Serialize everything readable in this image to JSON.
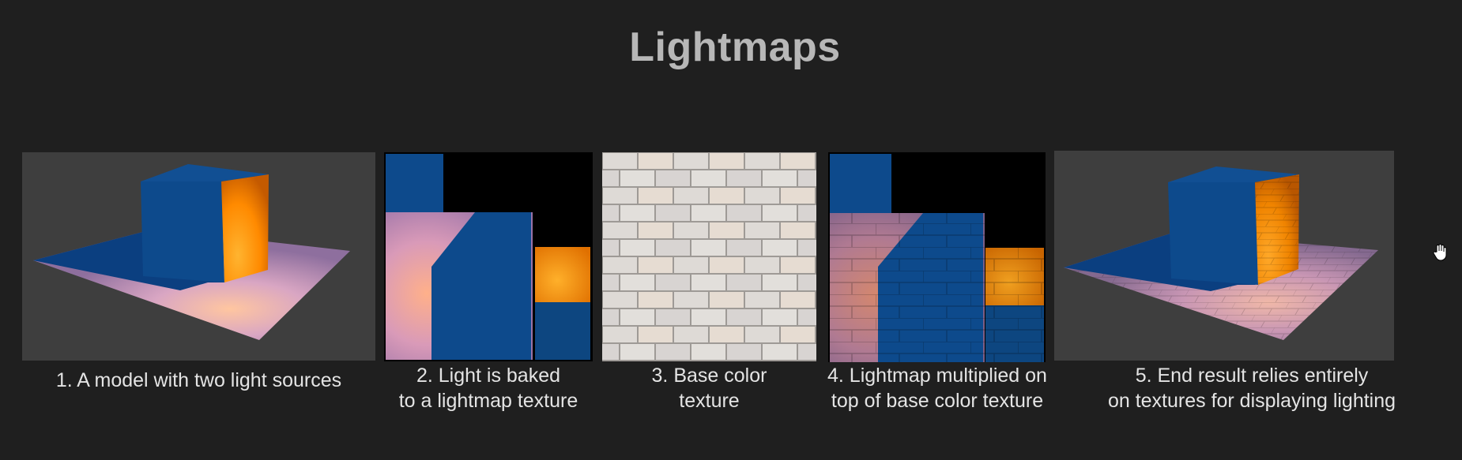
{
  "slide": {
    "title": "Lightmaps"
  },
  "panels": [
    {
      "caption_line1": "1. A model with two light sources",
      "caption_line2": ""
    },
    {
      "caption_line1": "2. Light is baked",
      "caption_line2": "to a lightmap texture"
    },
    {
      "caption_line1": "3. Base color",
      "caption_line2": "texture"
    },
    {
      "caption_line1": "4. Lightmap multiplied on",
      "caption_line2": "top of base color texture"
    },
    {
      "caption_line1": "5. End result relies entirely",
      "caption_line2": "on textures for displaying lighting"
    }
  ],
  "colors": {
    "background": "#1f1f1f",
    "title": "#b7b7b7",
    "caption": "#e4e4e4",
    "cube_blue": "#0d4a8c",
    "light_orange": "#ff8a00",
    "floor_pink": "#e8b8c8"
  },
  "icons": {
    "cursor": "hand-cursor-icon"
  }
}
